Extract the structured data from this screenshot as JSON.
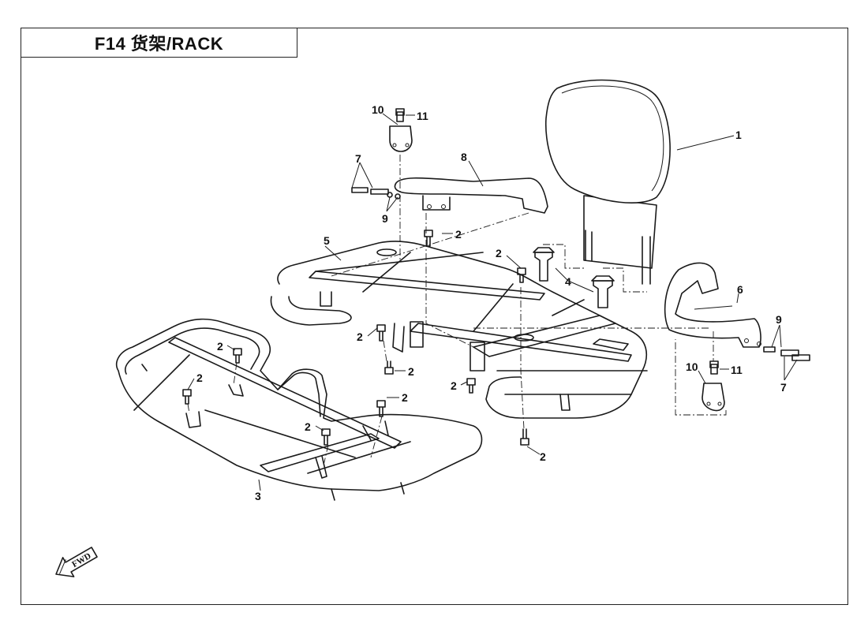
{
  "title": "F14  货架/RACK",
  "fwd_label": "FWD",
  "callouts": {
    "c1": "1",
    "c2": "2",
    "c3": "3",
    "c4": "4",
    "c5": "5",
    "c6": "6",
    "c7": "7",
    "c8": "8",
    "c9": "9",
    "c10": "10",
    "c11": "11"
  }
}
